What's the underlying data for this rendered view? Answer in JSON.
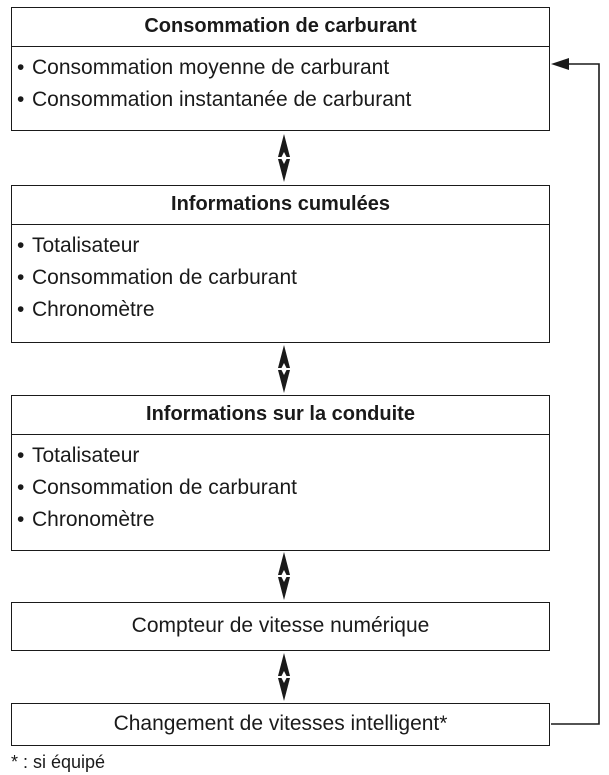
{
  "boxes": {
    "fuel": {
      "title": "Consommation de carburant",
      "items": [
        "Consommation moyenne de carburant",
        "Consommation instantanée de carburant"
      ]
    },
    "cumulative": {
      "title": "Informations cumulées",
      "items": [
        "Totalisateur",
        "Consommation de carburant",
        "Chronomètre"
      ]
    },
    "trip": {
      "title": "Informations sur la conduite",
      "items": [
        "Totalisateur",
        "Consommation de carburant",
        "Chronomètre"
      ]
    },
    "speedometer": {
      "label": "Compteur de vitesse numérique"
    },
    "gearshift": {
      "label": "Changement de vitesses intelligent*"
    }
  },
  "bullet": "•",
  "footnote": "* : si équipé"
}
